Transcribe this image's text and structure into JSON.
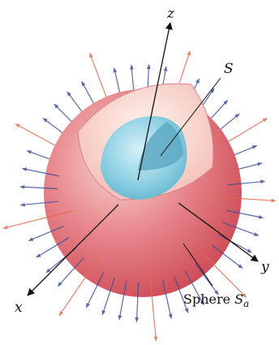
{
  "labels": {
    "z_axis": "z",
    "y_axis": "y",
    "x_axis": "x",
    "surface_s": "S",
    "sphere_prefix": "Sphere ",
    "sphere_symbol": "S",
    "sphere_subscript": "a"
  },
  "colors": {
    "outer_sphere": "#d9656f",
    "outer_sphere_light": "#f3c0bd",
    "inner_surface": "#7fc6dc",
    "inner_surface_light": "#b9e3ee",
    "arrow_red": "#e26a4e",
    "arrow_blue": "#3a4f97",
    "line": "#111111"
  }
}
